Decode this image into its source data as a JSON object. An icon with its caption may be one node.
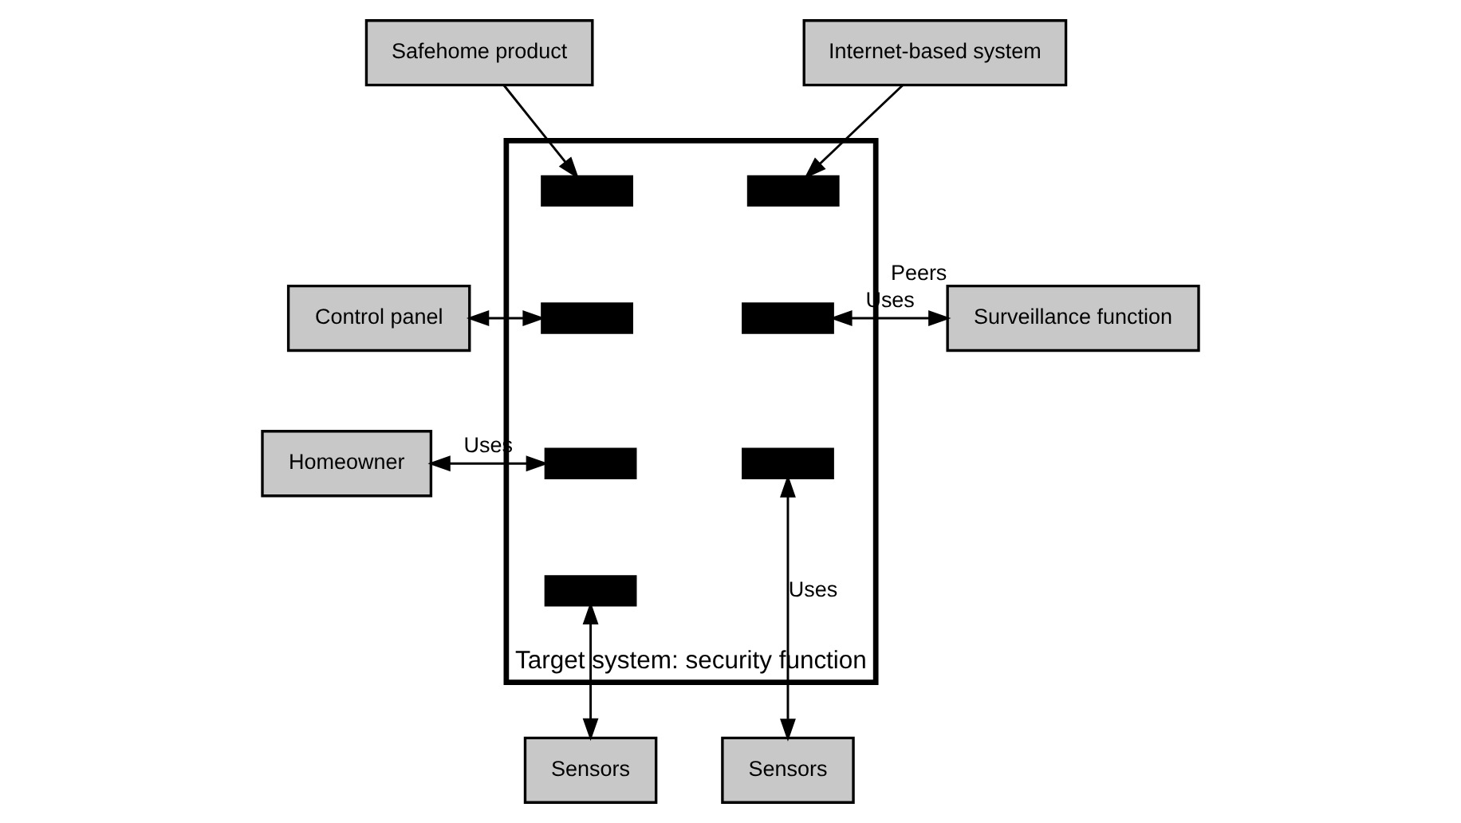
{
  "diagram": {
    "nodes": [
      {
        "text": [
          "Safehome product"
        ]
      },
      {
        "text": [
          "Internet-based system"
        ]
      },
      {
        "text": [
          "Control panel"
        ]
      },
      {
        "text": [
          "Homeowner"
        ]
      },
      {
        "text": [
          "Target system: security function"
        ]
      },
      {
        "text": [],
        "shape": "bar",
        "in": 4
      },
      {
        "text": [],
        "shape": "bar",
        "in": 4
      },
      {
        "text": [],
        "shape": "bar",
        "in": 4
      },
      {
        "text": [],
        "shape": "bar",
        "in": 4
      },
      {
        "text": [],
        "shape": "bar",
        "in": 4
      },
      {
        "text": [],
        "shape": "bar",
        "in": 4
      },
      {
        "text": [],
        "shape": "bar",
        "in": 4
      },
      {
        "text": [
          "Surveillance function"
        ],
        "beside": [
          "Peers"
        ]
      },
      {
        "text": [
          "Sensors"
        ]
      },
      {
        "text": [
          "Sensors"
        ]
      }
    ],
    "edges": [
      {
        "from": 0,
        "to": 5,
        "arrow": "to"
      },
      {
        "from": 1,
        "to": 6,
        "arrow": "to"
      },
      {
        "from": 2,
        "to": 7,
        "arrow": "both"
      },
      {
        "from": 3,
        "to": 8,
        "arrow": "both",
        "label": "Uses"
      },
      {
        "from": 9,
        "to": 12,
        "arrow": "both",
        "label": "Uses"
      },
      {
        "from": 10,
        "to": 13,
        "arrow": "both"
      },
      {
        "from": 11,
        "to": 14,
        "arrow": "both",
        "label": "Uses"
      }
    ]
  }
}
